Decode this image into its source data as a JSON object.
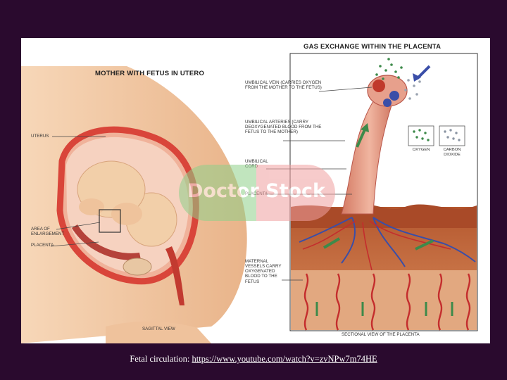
{
  "figure": {
    "left_panel": {
      "title": "MOTHER WITH FETUS IN UTERO",
      "labels": {
        "uterus": "UTERUS",
        "area_of_enlargement": "AREA OF ENLARGEMENT",
        "placenta": "PLACENTA",
        "view": "SAGITTAL VIEW"
      }
    },
    "right_panel": {
      "title": "GAS EXCHANGE WITHIN THE PLACENTA",
      "labels": {
        "umbilical_vein": "UMBILICAL VEIN (CARRIES OXYGEN FROM THE MOTHER TO THE FETUS)",
        "umbilical_arteries": "UMBILICAL ARTERIES (CARRY DEOXYGENATED BLOOD FROM THE FETUS TO THE MOTHER)",
        "umbilical_cord": "UMBILICAL CORD",
        "placenta": "PLACENTA",
        "maternal_vessels": "MATERNAL VESSELS CARRY OXYGENATED BLOOD TO THE FETUS",
        "view": "SECTIONAL VIEW OF THE PLACENTA"
      },
      "legend": {
        "oxygen": "OXYGEN",
        "carbon_dioxide": "CARBON DIOXIDE"
      }
    },
    "watermark": "Doctor Stock",
    "colors": {
      "background": "#2a0a2e",
      "skin": "#f3c9a2",
      "uterus_wall": "#d9453a",
      "placenta_tissue": "#c9703e",
      "vein_blue": "#3a4ea8",
      "oxygen_green": "#3d8a4a"
    }
  },
  "caption": {
    "text": "Fetal circulation: ",
    "link": "https://www.youtube.com/watch?v=zvNPw7m74HE"
  }
}
